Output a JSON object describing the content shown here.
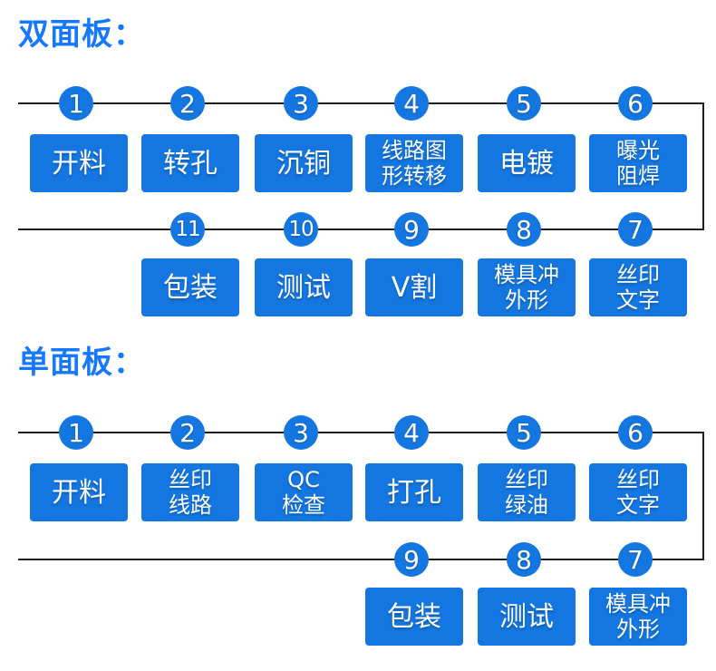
{
  "colors": {
    "accent_blue": "#1476E0",
    "title_blue": "#1677FF",
    "line_dark": "#1E1E1E",
    "text_on_blue": "#FFFFFF",
    "background": "#FFFFFF"
  },
  "sections": [
    {
      "title": "双面板：",
      "rows": [
        {
          "steps": [
            {
              "number": "1",
              "label": "开料"
            },
            {
              "number": "2",
              "label": "转孔"
            },
            {
              "number": "3",
              "label": "沉铜"
            },
            {
              "number": "4",
              "label": "线路图\n形转移"
            },
            {
              "number": "5",
              "label": "电镀"
            },
            {
              "number": "6",
              "label": "曝光\n阻焊"
            }
          ]
        },
        {
          "steps": [
            {
              "number": "11",
              "label": "包装"
            },
            {
              "number": "10",
              "label": "测试"
            },
            {
              "number": "9",
              "label": "V割"
            },
            {
              "number": "8",
              "label": "模具冲\n外形"
            },
            {
              "number": "7",
              "label": "丝印\n文字"
            }
          ]
        }
      ]
    },
    {
      "title": "单面板：",
      "rows": [
        {
          "steps": [
            {
              "number": "1",
              "label": "开料"
            },
            {
              "number": "2",
              "label": "丝印\n线路"
            },
            {
              "number": "3",
              "label": "QC\n检查"
            },
            {
              "number": "4",
              "label": "打孔"
            },
            {
              "number": "5",
              "label": "丝印\n绿油"
            },
            {
              "number": "6",
              "label": "丝印\n文字"
            }
          ]
        },
        {
          "steps": [
            {
              "number": "9",
              "label": "包装"
            },
            {
              "number": "8",
              "label": "测试"
            },
            {
              "number": "7",
              "label": "模具冲\n外形"
            }
          ]
        }
      ]
    }
  ]
}
